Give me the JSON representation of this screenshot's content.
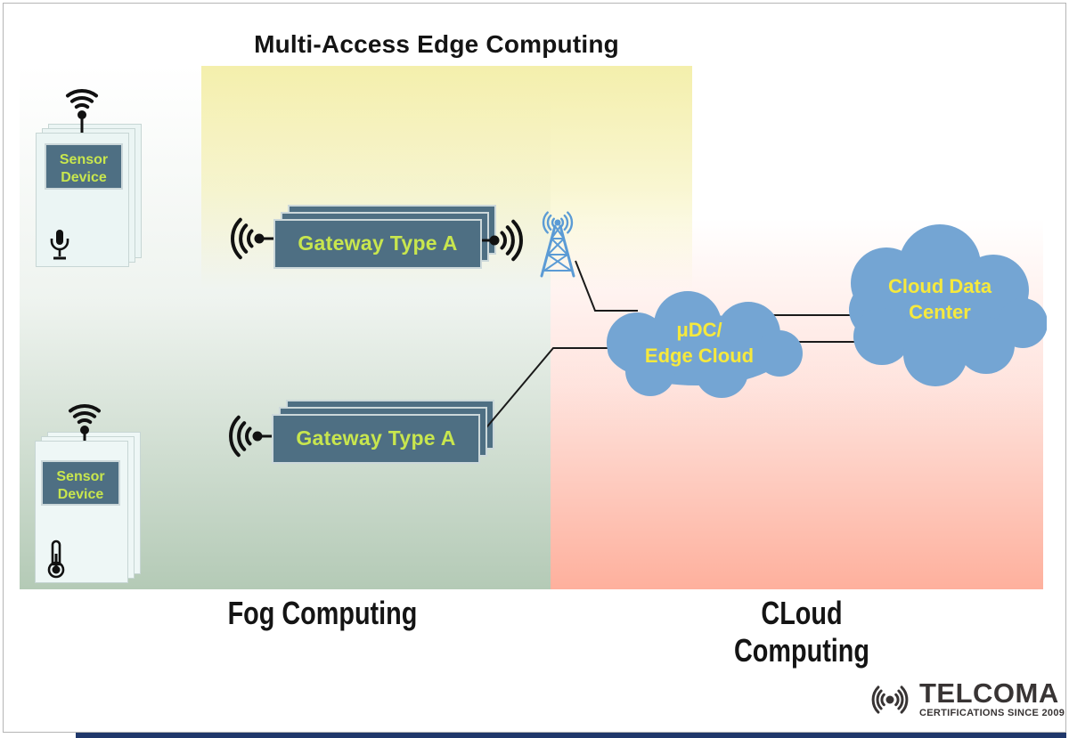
{
  "page": {
    "title": "Multi-Access Edge Computing",
    "fog_label": "Fog Computing",
    "cloud_label": "CLoud Computing"
  },
  "nodes": {
    "sensor_top": {
      "line1": "Sensor",
      "line2": "Device",
      "icon": "microphone-icon"
    },
    "sensor_bottom": {
      "line1": "Sensor",
      "line2": "Device",
      "icon": "thermometer-icon"
    },
    "gateway_top": {
      "label": "Gateway Type A"
    },
    "gateway_bottom": {
      "label": "Gateway Type A"
    },
    "edge_cloud": {
      "line1": "μDC/",
      "line2": "Edge Cloud"
    },
    "cloud_data_center": {
      "line1": "Cloud Data",
      "line2": "Center"
    }
  },
  "logo": {
    "brand": "TELCOMA",
    "tagline": "CERTIFICATIONS SINCE 2009"
  },
  "colors": {
    "zone_yellow": "#f4efac",
    "zone_green": "#b4cab6",
    "zone_pink": "#feb09d",
    "node_slate": "#4e6f83",
    "node_text_chartreuse": "#c8e64e",
    "cloud_blue": "#74a5d3",
    "cloud_text_yellow": "#f6e93d",
    "tower_blue": "#5b9bd5",
    "footer_navy": "#20386b"
  }
}
